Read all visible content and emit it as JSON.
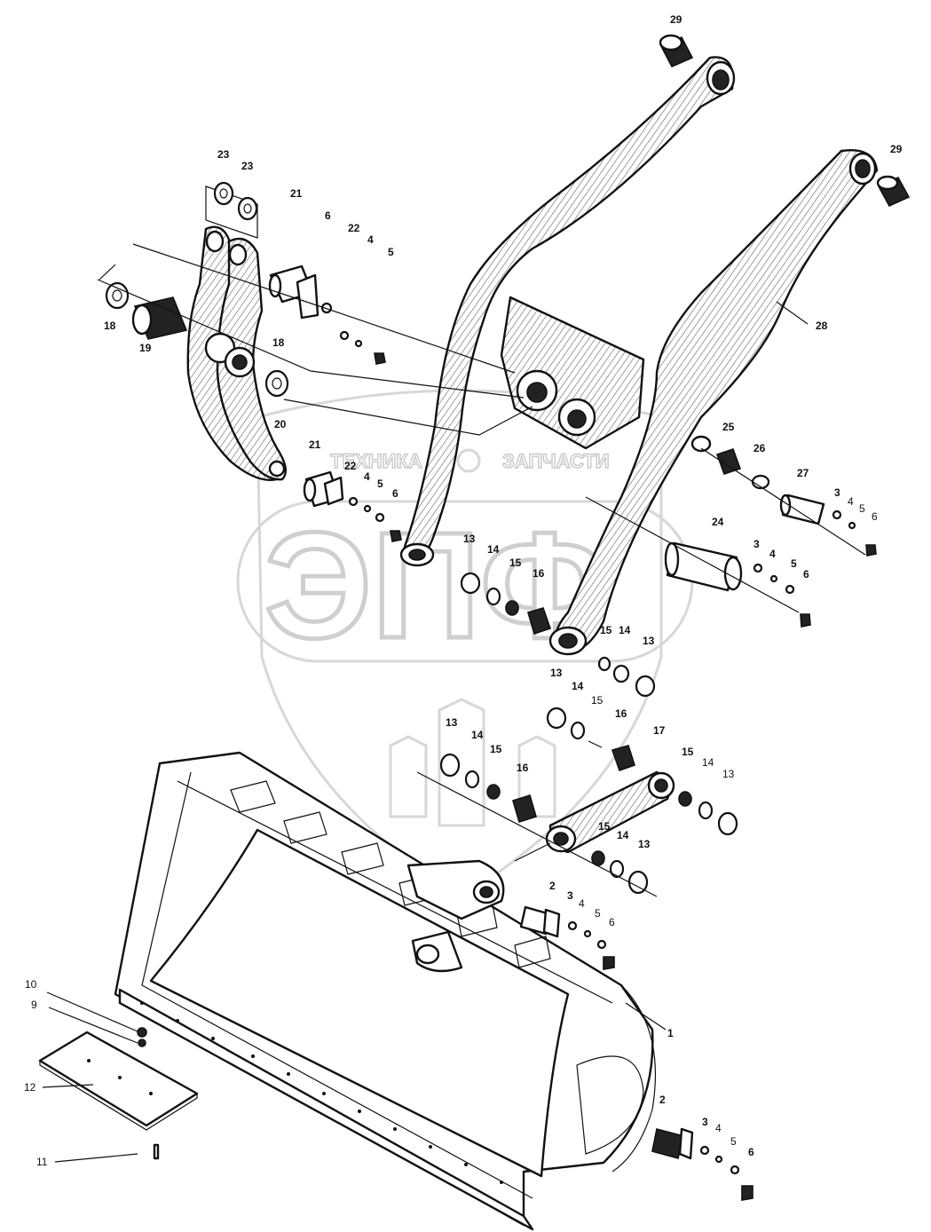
{
  "watermark": {
    "top_text": "ТЕХНИКА",
    "top_text_right": "ЗАПЧАСТИ",
    "big_text": "ЭПФ"
  },
  "callouts": [
    {
      "id": "c29a",
      "text": "29"
    },
    {
      "id": "c29b",
      "text": "29"
    },
    {
      "id": "c23a",
      "text": "23"
    },
    {
      "id": "c23b",
      "text": "23"
    },
    {
      "id": "c21a",
      "text": "21"
    },
    {
      "id": "c6a",
      "text": "6"
    },
    {
      "id": "c22a",
      "text": "22"
    },
    {
      "id": "c4a",
      "text": "4"
    },
    {
      "id": "c5a",
      "text": "5"
    },
    {
      "id": "c18a",
      "text": "18"
    },
    {
      "id": "c19",
      "text": "19"
    },
    {
      "id": "c18b",
      "text": "18"
    },
    {
      "id": "c20",
      "text": "20"
    },
    {
      "id": "c28",
      "text": "28"
    },
    {
      "id": "c21b",
      "text": "21"
    },
    {
      "id": "c22b",
      "text": "22"
    },
    {
      "id": "c4b",
      "text": "4"
    },
    {
      "id": "c5b",
      "text": "5"
    },
    {
      "id": "c6b",
      "text": "6"
    },
    {
      "id": "c25",
      "text": "25"
    },
    {
      "id": "c26",
      "text": "26"
    },
    {
      "id": "c27",
      "text": "27"
    },
    {
      "id": "c3a",
      "text": "3"
    },
    {
      "id": "c4c",
      "text": "4"
    },
    {
      "id": "c5c",
      "text": "5"
    },
    {
      "id": "c6c",
      "text": "6"
    },
    {
      "id": "c24",
      "text": "24"
    },
    {
      "id": "c3b",
      "text": "3"
    },
    {
      "id": "c4d",
      "text": "4"
    },
    {
      "id": "c5d",
      "text": "5"
    },
    {
      "id": "c6d",
      "text": "6"
    },
    {
      "id": "c13a",
      "text": "13"
    },
    {
      "id": "c14a",
      "text": "14"
    },
    {
      "id": "c15a",
      "text": "15"
    },
    {
      "id": "c16a",
      "text": "16"
    },
    {
      "id": "c15b",
      "text": "15"
    },
    {
      "id": "c14b",
      "text": "14"
    },
    {
      "id": "c13b",
      "text": "13"
    },
    {
      "id": "c13c",
      "text": "13"
    },
    {
      "id": "c14c",
      "text": "14"
    },
    {
      "id": "c15c",
      "text": "15"
    },
    {
      "id": "c16b",
      "text": "16"
    },
    {
      "id": "c13d",
      "text": "13"
    },
    {
      "id": "c14d",
      "text": "14"
    },
    {
      "id": "c15d",
      "text": "15"
    },
    {
      "id": "c16c",
      "text": "16"
    },
    {
      "id": "c17",
      "text": "17"
    },
    {
      "id": "c15e",
      "text": "15"
    },
    {
      "id": "c14e",
      "text": "14"
    },
    {
      "id": "c13e",
      "text": "13"
    },
    {
      "id": "c15f",
      "text": "15"
    },
    {
      "id": "c14f",
      "text": "14"
    },
    {
      "id": "c13f",
      "text": "13"
    },
    {
      "id": "c2a",
      "text": "2"
    },
    {
      "id": "c3c",
      "text": "3"
    },
    {
      "id": "c4e",
      "text": "4"
    },
    {
      "id": "c5e",
      "text": "5"
    },
    {
      "id": "c6e",
      "text": "6"
    },
    {
      "id": "c1",
      "text": "1"
    },
    {
      "id": "c10",
      "text": "10"
    },
    {
      "id": "c9",
      "text": "9"
    },
    {
      "id": "c12",
      "text": "12"
    },
    {
      "id": "c11",
      "text": "11"
    },
    {
      "id": "c2b",
      "text": "2"
    },
    {
      "id": "c3d",
      "text": "3"
    },
    {
      "id": "c4f",
      "text": "4"
    },
    {
      "id": "c5f",
      "text": "5"
    },
    {
      "id": "c6f",
      "text": "6"
    }
  ]
}
